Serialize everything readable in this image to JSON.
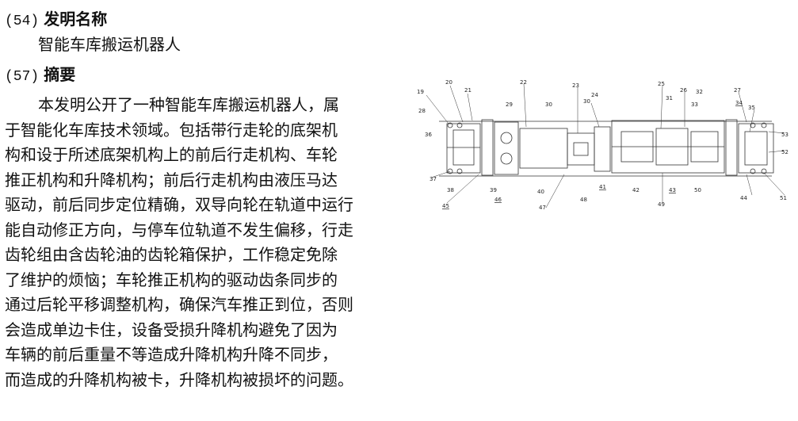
{
  "title_section": {
    "code": "(54)",
    "label": "发明名称",
    "value": "智能车库搬运机器人"
  },
  "abstract_section": {
    "code": "(57)",
    "label": "摘要",
    "lines": [
      "本发明公开了一种智能车库搬运机器人，属",
      "于智能化车库技术领域。包括带行走轮的底架机",
      "构和设于所述底架机构上的前后行走机构、车轮",
      "推正机构和升降机构；前后行走机构由液压马达",
      "驱动，前后同步定位精确，双导向轮在轨道中运行",
      "能自动修正方向，与停车位轨道不发生偏移，行走",
      "齿轮组由含齿轮油的齿轮箱保护，工作稳定免除",
      "了维护的烦恼；车轮推正机构的驱动齿条同步的",
      "通过后轮平移调整机构，确保汽车推正到位，否则",
      "会造成单边卡住，设备受损升降机构避免了因为",
      "车辆的前后重量不等造成升降机构升降不同步，",
      "而造成的升降机构被卡，升降机构被损坏的问题。"
    ]
  },
  "drawing": {
    "reference_numerals": [
      "19",
      "20",
      "21",
      "22",
      "23",
      "24",
      "25",
      "26",
      "27",
      "28",
      "29",
      "30",
      "30",
      "31",
      "32",
      "33",
      "34",
      "35",
      "36",
      "37",
      "38",
      "39",
      "40",
      "41",
      "42",
      "43",
      "44",
      "45",
      "46",
      "47",
      "48",
      "49",
      "50",
      "51",
      "52",
      "53"
    ]
  }
}
